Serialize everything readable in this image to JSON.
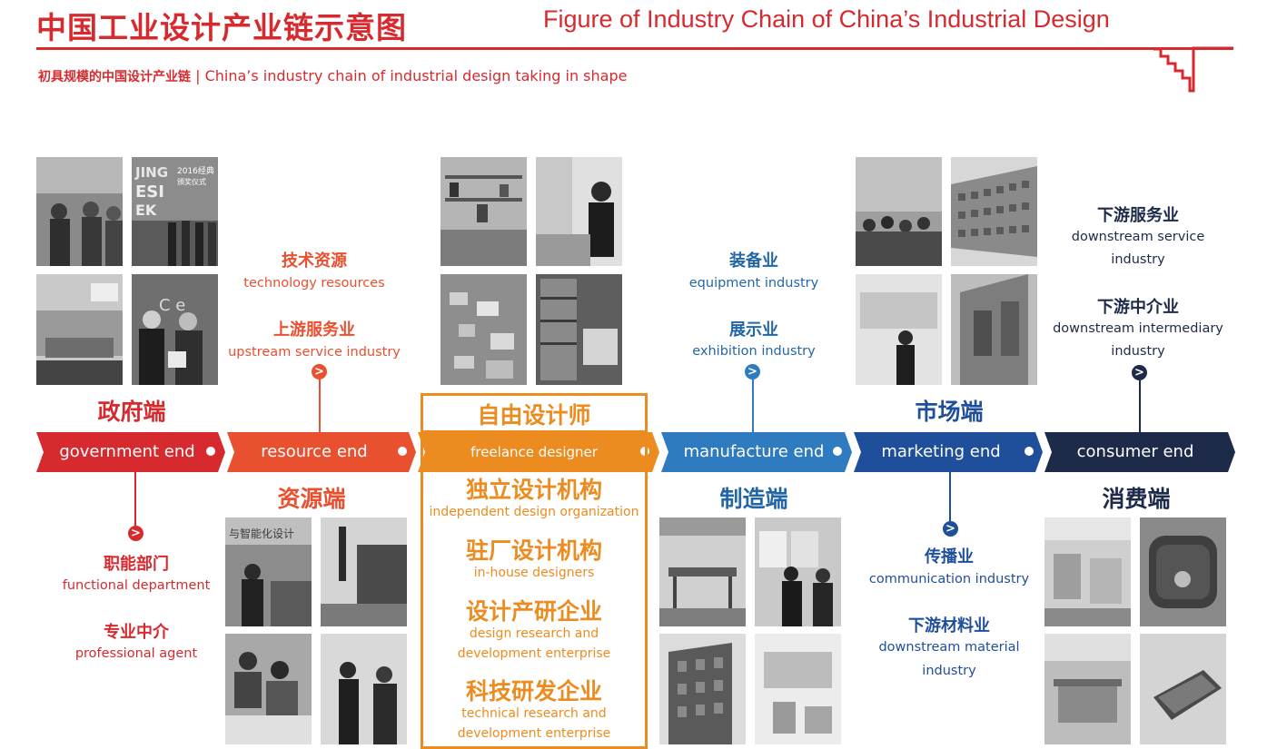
{
  "header": {
    "title_cn": "中国工业设计产业链示意图",
    "title_en": "Figure of Industry Chain of China’s Industrial Design",
    "subtitle_cn": "初具规模的中国设计产业链",
    "subtitle_sep": " | ",
    "subtitle_en": "China’s industry chain of industrial design taking in shape"
  },
  "colors": {
    "red": "#d62a2f",
    "orange_red": "#e8502f",
    "orange": "#ec8b1f",
    "blue": "#2e7bbf",
    "dark_blue": "#1f4f9a",
    "navy": "#1e2a4a"
  },
  "chain": {
    "segments": [
      {
        "label": "government end",
        "cn": "政府端",
        "color": "#d62a2f"
      },
      {
        "label": "resource end",
        "cn": "资源端",
        "color": "#e8502f"
      },
      {
        "label": "freelance designer",
        "cn": "自由设计师",
        "color": "#ec8b1f"
      },
      {
        "label": "manufacture end",
        "cn": "制造端",
        "color": "#2e7bbf"
      },
      {
        "label": "marketing end",
        "cn": "市场端",
        "color": "#1f4f9a"
      },
      {
        "label": "consumer end",
        "cn": "消费端",
        "color": "#1e2a4a"
      }
    ]
  },
  "branches": {
    "government": [
      {
        "cn": "职能部门",
        "en": "functional department"
      },
      {
        "cn": "专业中介",
        "en": "professional agent"
      }
    ],
    "resource": [
      {
        "cn": "技术资源",
        "en": "technology resources"
      },
      {
        "cn": "上游服务业",
        "en": "upstream service industry"
      }
    ],
    "freelance": [
      {
        "cn": "独立设计机构",
        "en": "independent design organization"
      },
      {
        "cn": "驻厂设计机构",
        "en": "in-house designers"
      },
      {
        "cn": "设计产研企业",
        "en1": "design research and",
        "en2": "development enterprise"
      },
      {
        "cn": "科技研发企业",
        "en1": "technical research and",
        "en2": "development enterprise"
      }
    ],
    "manufacture": [
      {
        "cn": "装备业",
        "en": "equipment industry"
      },
      {
        "cn": "展示业",
        "en": "exhibition industry"
      }
    ],
    "marketing": [
      {
        "cn": "传播业",
        "en": "communication industry"
      },
      {
        "cn": "下游材料业",
        "en1": "downstream material",
        "en2": "industry"
      }
    ],
    "consumer": [
      {
        "cn": "下游服务业",
        "en1": "downstream service",
        "en2": "industry"
      },
      {
        "cn": "下游中介业",
        "en1": "downstream intermediary",
        "en2": "industry"
      }
    ]
  },
  "node_glyph": ">",
  "photo_overlays": {
    "gov_photo_2_text": "2016经典\n颁奖仪式",
    "gov_photo_4_text": "C e",
    "res_photo_1_text": "与智能化设计"
  }
}
